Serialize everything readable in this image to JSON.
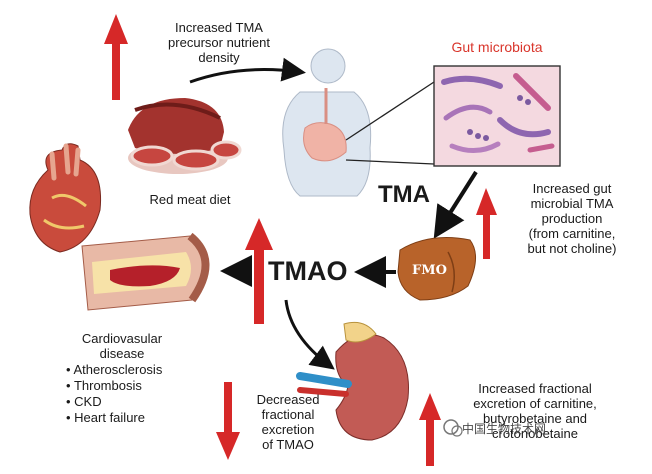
{
  "labels": {
    "precursor": [
      "Increased TMA",
      "precursor nutrient",
      "density"
    ],
    "gut_microbiota": "Gut microbiota",
    "red_meat": "Red meat diet",
    "tma": "TMA",
    "gut_production": [
      "Increased gut",
      "microbial TMA",
      "production",
      "(from carnitine,",
      "but not choline)"
    ],
    "fmo": "FMO",
    "tmao": "TMAO",
    "cvd_title": [
      "Cardiovasular",
      "disease"
    ],
    "cvd_items": [
      "Atherosclerosis",
      "Thrombosis",
      "CKD",
      "Heart failure"
    ],
    "decreased": [
      "Decreased",
      "fractional",
      "excretion",
      "of TMAO"
    ],
    "increased_excretion": [
      "Increased fractional",
      "excretion of carnitine,",
      "butyrobetaine and",
      "crotonobetaine"
    ],
    "watermark": "中国生物技术网"
  },
  "colors": {
    "up_arrow": "#d62828",
    "down_arrow": "#d62828",
    "gut_title": "#d9352b",
    "liver": "#b8632a",
    "meat": "#a3332e",
    "kidney": "#c25b55"
  },
  "icons": [
    "meat-icon",
    "body-icon",
    "microbiota-icon",
    "liver-icon",
    "heart-icon",
    "artery-icon",
    "kidney-icon",
    "wechat-icon"
  ]
}
